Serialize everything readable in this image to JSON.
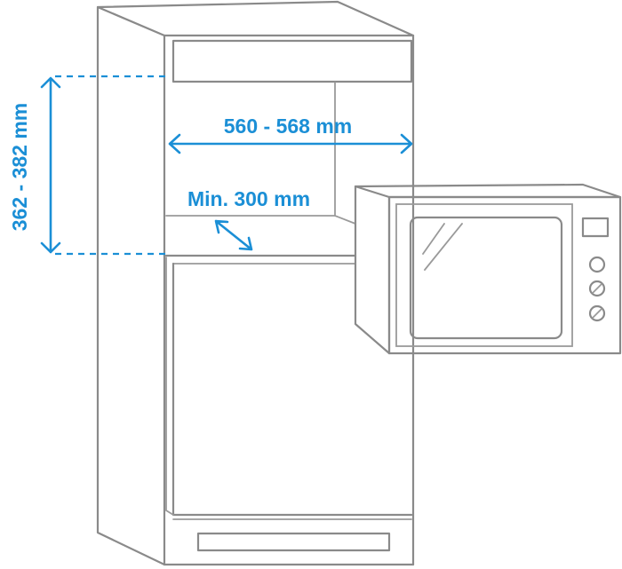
{
  "labels": {
    "height": "362 - 382 mm",
    "width": "560 - 568 mm",
    "depth": "Min. 300 mm"
  },
  "colors": {
    "accent": "#1b8fd6",
    "outline": "#8a8a8a",
    "background": "#ffffff"
  },
  "icons": {
    "microwave": "microwave-icon",
    "cabinet": "cabinet-icon",
    "knob": "knob-icon"
  }
}
